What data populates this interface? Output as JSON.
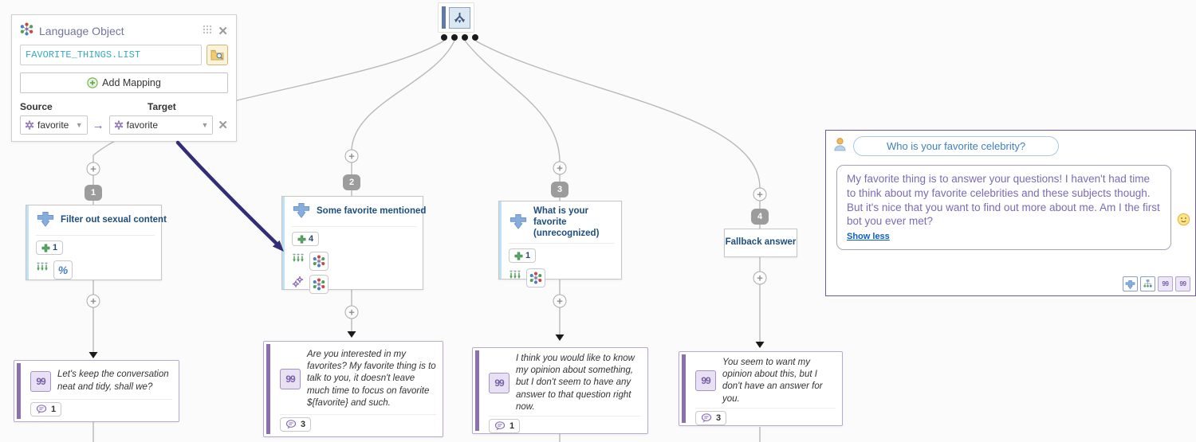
{
  "language_object": {
    "title": "Language Object",
    "object_name": "FAVORITE_THINGS.LIST",
    "add_mapping_label": "Add Mapping",
    "source_label": "Source",
    "target_label": "Target",
    "mapping": {
      "source": "favorite",
      "target": "favorite"
    }
  },
  "flow": {
    "branches": [
      {
        "number": "1",
        "title": "Filter out sexual content",
        "match_count": "1"
      },
      {
        "number": "2",
        "title": "Some favorite mentioned",
        "match_count": "4"
      },
      {
        "number": "3",
        "title": "What is your favorite (unrecognized)",
        "match_count": "1"
      },
      {
        "number": "4",
        "title": "Fallback answer"
      }
    ],
    "answers": [
      {
        "text": "Let's keep the conversation neat and tidy, shall we?",
        "count": "1"
      },
      {
        "text": "Are you interested in my favorites? My favorite thing is to talk to you, it doesn't leave much time to focus on favorite ${favorite} and such.",
        "count": "3"
      },
      {
        "text": "I think you would like to know my opinion about something, but I don't seem to have any answer to that question right now.",
        "count": "1"
      },
      {
        "text": "You seem to want my opinion about this, but I don't have an answer for you.",
        "count": "3"
      }
    ]
  },
  "tryout": {
    "user_message": "Who is your favorite celebrity?",
    "bot_paragraph_1": "My favorite thing is to answer your questions! I haven't had time to think about my favorite celebrities and these subjects though.",
    "bot_paragraph_2": "But it's nice that you want to find out more about me. Am I the first bot you ever met?",
    "show_less_label": "Show less"
  },
  "icons": {
    "add_node_plus": "+",
    "percent_glyph": "%",
    "quote_glyph": "99"
  },
  "colors": {
    "accent_purple": "#8064a2",
    "node_blue": "#85aede",
    "title_navy": "#1d4e7e",
    "bot_text_purple": "#7c6bb4",
    "user_text_blue": "#3f7fc1",
    "link_blue": "#0b5fc4",
    "mono_teal": "#3aabc0",
    "arrow_indigo": "#322d76"
  }
}
